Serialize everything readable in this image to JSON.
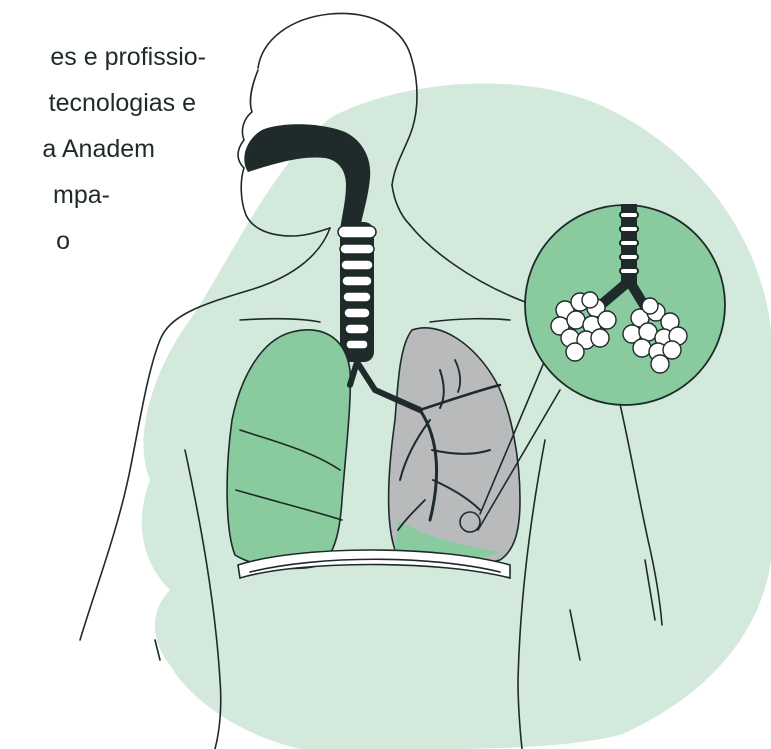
{
  "text_lines": [
    "es e profissio-",
    "tecnologias e",
    "a Anadem",
    "mpa-",
    "o"
  ],
  "colors": {
    "blob": "#d3e9dc",
    "lung_green": "#89ca9e",
    "lung_gray": "#b8babc",
    "ink": "#1f2b2a",
    "alveoli": "#ffffff"
  },
  "icons": {
    "figure": "human-torso-icon",
    "magnifier": "alveoli-zoom-icon"
  }
}
